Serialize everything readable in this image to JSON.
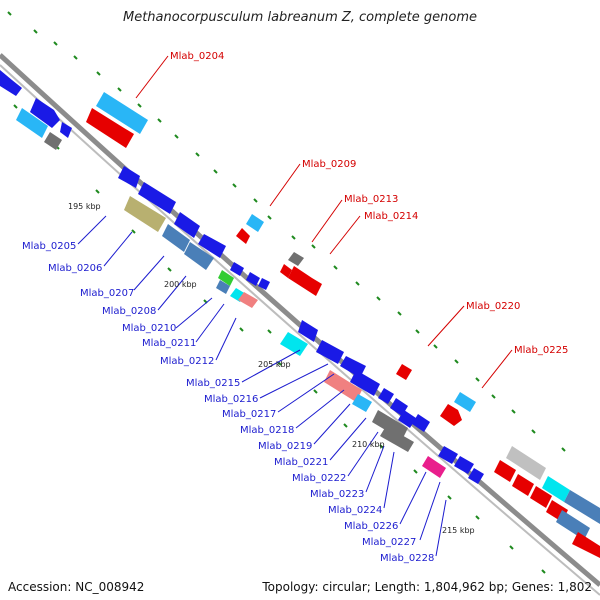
{
  "title": "Methanocorpusculum labreanum Z, complete genome",
  "footer": {
    "accession": "Accession: NC_008942",
    "summary": "Topology: circular; Length: 1,804,962 bp; Genes: 1,802"
  },
  "scale_ticks": [
    "195 kbp",
    "200 kbp",
    "205 kbp",
    "210 kbp",
    "215 kbp"
  ],
  "genes_minus": [
    "Mlab_0205",
    "Mlab_0206",
    "Mlab_0207",
    "Mlab_0208",
    "Mlab_0210",
    "Mlab_0211",
    "Mlab_0212",
    "Mlab_0215",
    "Mlab_0216",
    "Mlab_0217",
    "Mlab_0218",
    "Mlab_0219",
    "Mlab_0221",
    "Mlab_0222",
    "Mlab_0223",
    "Mlab_0224",
    "Mlab_0226",
    "Mlab_0227",
    "Mlab_0228"
  ],
  "genes_plus": [
    "Mlab_0204",
    "Mlab_0209",
    "Mlab_0213",
    "Mlab_0214",
    "Mlab_0220",
    "Mlab_0225"
  ],
  "colors": {
    "blue": "#1a1ae6",
    "steel": "#4a7fb8",
    "sky": "#29b6f6",
    "cyan": "#00e5ee",
    "red": "#e60000",
    "pink": "#f08080",
    "gray": "#707070",
    "lightgray": "#c0c0c0",
    "olive": "#b8b070",
    "green": "#33cc33",
    "magenta": "#e91e8c"
  }
}
